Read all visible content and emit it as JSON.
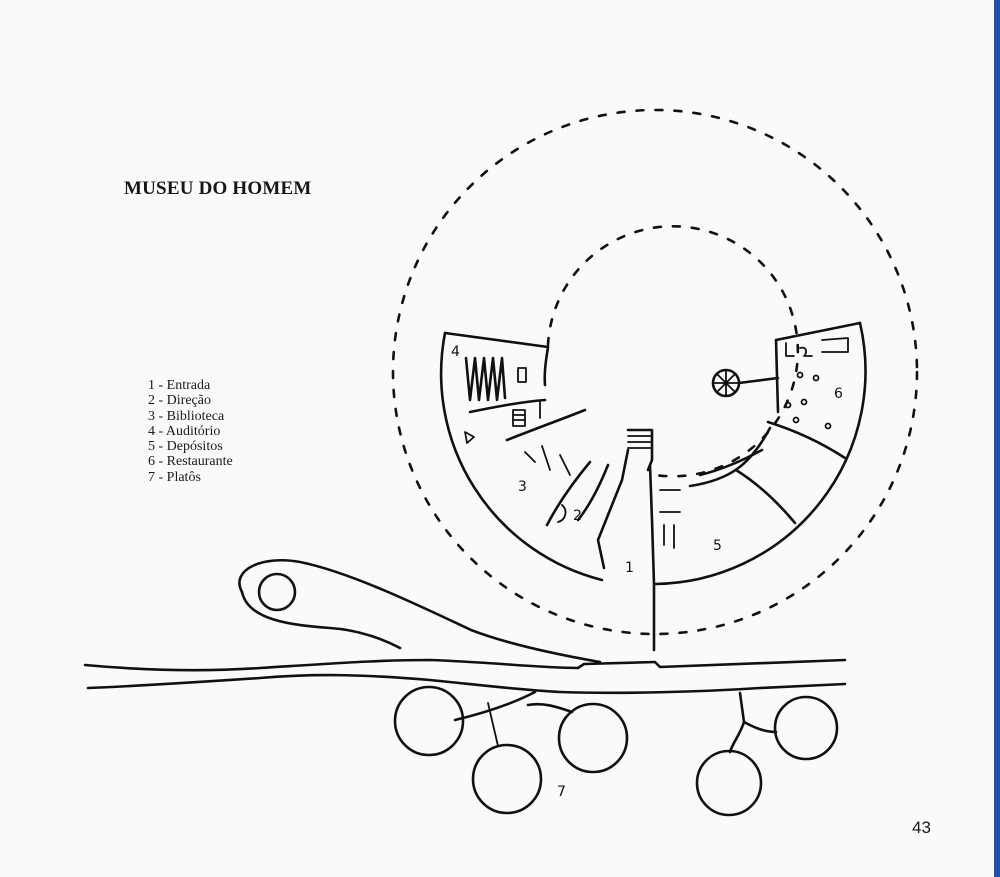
{
  "title": "MUSEU DO HOMEM",
  "legend": [
    "1 - Entrada",
    "2 - Direção",
    "3 - Biblioteca",
    "4 - Auditório",
    "5 - Depósitos",
    "6 - Restaurante",
    "7 - Platôs"
  ],
  "plan_labels": {
    "entrada": "1",
    "direcao": "2",
    "biblioteca": "3",
    "auditorio": "4",
    "depositos": "5",
    "restaurante": "6",
    "platos": "7"
  },
  "page_number": "43"
}
